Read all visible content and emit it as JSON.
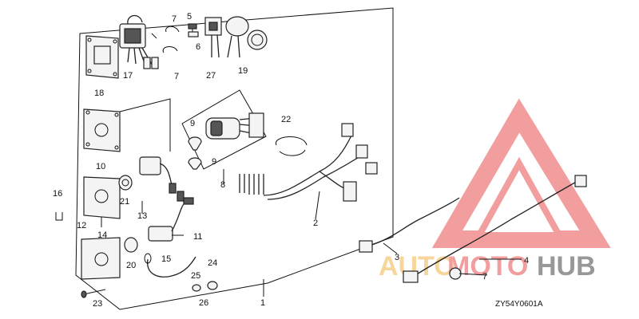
{
  "diagram": {
    "code": "ZY54Y0601A",
    "callouts": {
      "c1": "1",
      "c2": "2",
      "c3": "3",
      "c4": "4",
      "c5": "5",
      "c6": "6",
      "c7a": "7",
      "c7b": "7",
      "c7c": "7",
      "c9a": "9",
      "c9b": "9",
      "c10": "10",
      "c11": "11",
      "c12": "12",
      "c13": "13",
      "c14": "14",
      "c15": "15",
      "c16": "16",
      "c17": "17",
      "c18": "18",
      "c19": "19",
      "c20": "20",
      "c21": "21",
      "c22": "22",
      "c23": "23",
      "c24": "24",
      "c25": "25",
      "c26": "26",
      "c27": "27",
      "c8": "8"
    }
  },
  "watermark": {
    "logo_text": "AUTOMOTOHUB",
    "color": "#e85050"
  }
}
